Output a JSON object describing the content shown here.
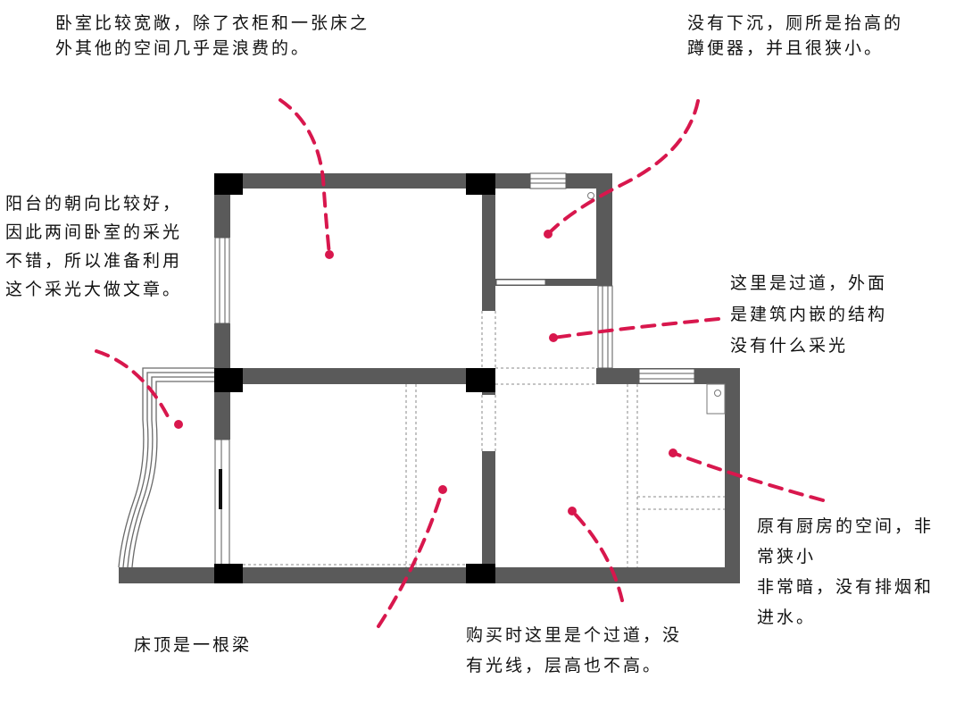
{
  "colors": {
    "wall": "#5a5a5a",
    "pillar": "#000000",
    "fixture": "#777777",
    "dashed": "#8a8a8a",
    "annotation": "#d8174d",
    "text": "#111111",
    "background": "#ffffff"
  },
  "annotations": [
    {
      "id": "bedroom-top",
      "lines": [
        "卧室比较宽敞，除了衣柜和一张床之",
        "外其他的空间几乎是浪费的。"
      ]
    },
    {
      "id": "bathroom",
      "lines": [
        "没有下沉，厕所是抬高的",
        "蹲便器，并且很狭小。"
      ]
    },
    {
      "id": "balcony",
      "lines": [
        "阳台的朝向比较好，",
        "因此两间卧室的采光",
        "不错，所以准备利用",
        "这个采光大做文章。"
      ]
    },
    {
      "id": "corridor",
      "lines": [
        "这里是过道，外面",
        "是建筑内嵌的结构",
        "没有什么采光"
      ]
    },
    {
      "id": "kitchen",
      "lines": [
        "原有厨房的空间，非",
        "常狭小",
        "非常暗，没有排烟和",
        "进水。"
      ]
    },
    {
      "id": "beam",
      "lines": [
        "床顶是一根梁"
      ]
    },
    {
      "id": "passage",
      "lines": [
        "购买时这里是个过道，没",
        "有光线，层高也不高。"
      ]
    }
  ]
}
